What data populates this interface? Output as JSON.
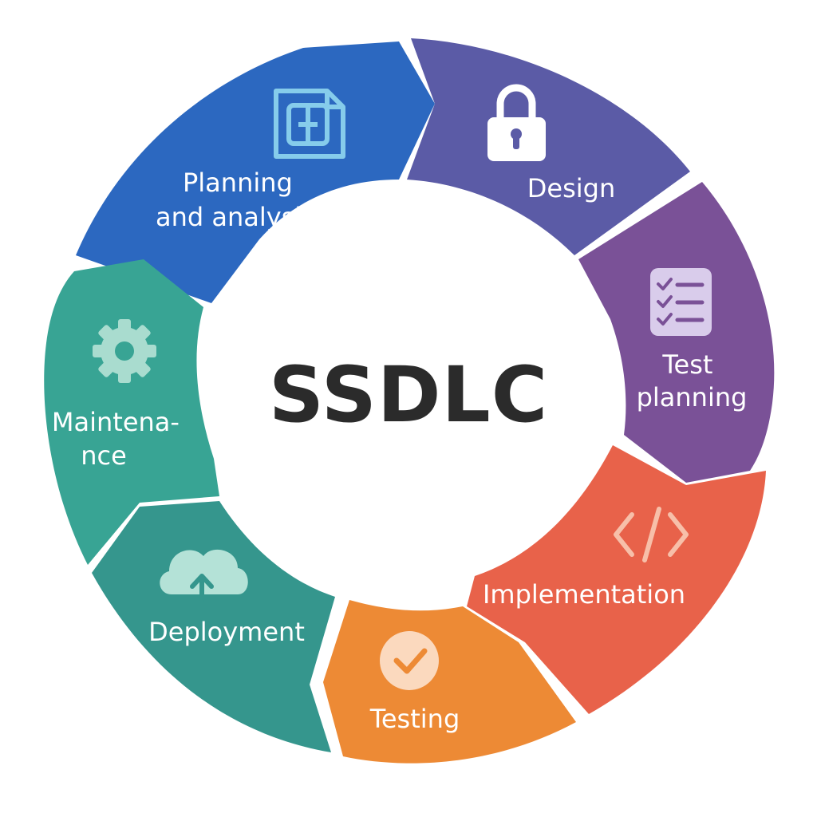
{
  "center": {
    "title": "SSDLC"
  },
  "segments": [
    {
      "id": "planning",
      "lines": [
        "Planning",
        "and analysis"
      ],
      "color": "#2C68C0",
      "icon": "document-icon"
    },
    {
      "id": "design",
      "lines": [
        "Design"
      ],
      "color": "#5B5BA6",
      "icon": "padlock-icon"
    },
    {
      "id": "test-planning",
      "lines": [
        "Test",
        "planning"
      ],
      "color": "#7A5197",
      "icon": "checklist-icon"
    },
    {
      "id": "implementation",
      "lines": [
        "Implementation"
      ],
      "color": "#E8624A",
      "icon": "code-icon"
    },
    {
      "id": "testing",
      "lines": [
        "Testing"
      ],
      "color": "#ED8A35",
      "icon": "checkmark-circle-icon"
    },
    {
      "id": "deployment",
      "lines": [
        "Deployment"
      ],
      "color": "#35968D",
      "icon": "cloud-upload-icon"
    },
    {
      "id": "maintenance",
      "lines": [
        "Maintena-",
        "nce"
      ],
      "color": "#38A494",
      "icon": "gear-icon"
    }
  ]
}
